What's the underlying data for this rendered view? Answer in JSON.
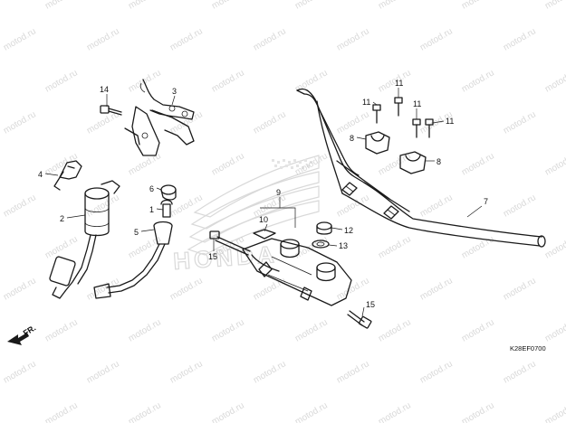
{
  "diagram": {
    "reference_code": "K28EF0700",
    "front_indicator": "FR.",
    "watermark_text": "motod.ru",
    "logo_text": "HONDA",
    "callouts": [
      {
        "id": "c1",
        "label": "1"
      },
      {
        "id": "c2",
        "label": "2"
      },
      {
        "id": "c3",
        "label": "3"
      },
      {
        "id": "c4",
        "label": "4"
      },
      {
        "id": "c5",
        "label": "5"
      },
      {
        "id": "c6",
        "label": "6"
      },
      {
        "id": "c7",
        "label": "7"
      },
      {
        "id": "c8a",
        "label": "8"
      },
      {
        "id": "c8b",
        "label": "8"
      },
      {
        "id": "c9",
        "label": "9"
      },
      {
        "id": "c10",
        "label": "10"
      },
      {
        "id": "c11a",
        "label": "11"
      },
      {
        "id": "c11b",
        "label": "11"
      },
      {
        "id": "c11c",
        "label": "11"
      },
      {
        "id": "c11d",
        "label": "11"
      },
      {
        "id": "c12",
        "label": "12"
      },
      {
        "id": "c13",
        "label": "13"
      },
      {
        "id": "c14",
        "label": "14"
      },
      {
        "id": "c15a",
        "label": "15"
      },
      {
        "id": "c15b",
        "label": "15"
      }
    ]
  }
}
